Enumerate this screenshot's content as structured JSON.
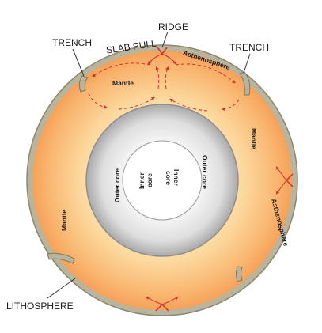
{
  "callouts": {
    "ridge": "RIDGE",
    "slab_pull": "SLAB PULL",
    "trench_left": "TRENCH",
    "trench_right": "TRENCH",
    "lithosphere": "LITHOSPHERE"
  },
  "layers": {
    "mantle_top": "Mantle",
    "asthenosphere_top": "Asthenosphere",
    "mantle_right": "Mantle",
    "asthenosphere_right": "Asthenosphere",
    "mantle_left": "Mantle",
    "outer_core_left": "Outer core",
    "outer_core_right": "Outer core",
    "inner_core_line1": "Inner",
    "inner_core_line2": "core"
  },
  "colors": {
    "crust": "#b9b49e",
    "crust_edge": "#8c876f",
    "mantle_outer": "#f7a25c",
    "mantle_inner": "#fcd79c",
    "outer_core": "#d9d9d9",
    "inner_core": "#ffffff",
    "convection_arrows": "#d2302b"
  }
}
